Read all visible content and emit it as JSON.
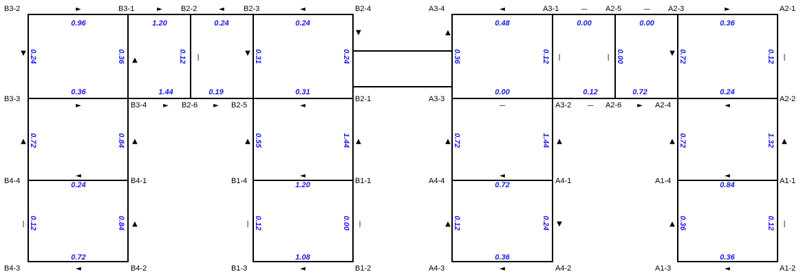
{
  "nodes": {
    "B3-2": "B3-2",
    "B3-1": "B3-1",
    "B2-2": "B2-2",
    "B2-3": "B2-3",
    "B2-4": "B2-4",
    "B3-3": "B3-3",
    "B3-4": "B3-4",
    "B2-6": "B2-6",
    "B2-5": "B2-5",
    "B2-1": "B2-1",
    "B4-4": "B4-4",
    "B4-1": "B4-1",
    "B1-4": "B1-4",
    "B1-1": "B1-1",
    "B4-3": "B4-3",
    "B4-2": "B4-2",
    "B1-3": "B1-3",
    "B1-2": "B1-2",
    "A3-4": "A3-4",
    "A3-1": "A3-1",
    "A2-5": "A2-5",
    "A2-3": "A2-3",
    "A2-1": "A2-1",
    "A3-3": "A3-3",
    "A3-2": "A3-2",
    "A2-6": "A2-6",
    "A2-4": "A2-4",
    "A2-2": "A2-2",
    "A4-4": "A4-4",
    "A4-1": "A4-1",
    "A1-4": "A1-4",
    "A1-1": "A1-1",
    "A4-3": "A4-3",
    "A4-2": "A4-2",
    "A1-3": "A1-3",
    "A1-2": "A1-2"
  },
  "values": {
    "b3_top": "0.96",
    "b3_left": "0.24",
    "b3_right": "0.36",
    "b3_bottom": "0.36",
    "b22_top": "1.20",
    "b22_right": "0.12",
    "b22_bottom": "1.44",
    "b26_top": "0.24",
    "b26_bottom": "0.19",
    "b2_top": "0.24",
    "b2_left": "0.31",
    "b2_right": "0.24",
    "b2_bottom": "0.31",
    "b4_left": "0.72",
    "b4_right": "0.84",
    "b4_bottom": "0.24",
    "b1_left": "0.55",
    "b1_right": "1.44",
    "b1_bottom": "1.20",
    "b4l_left": "0.12",
    "b4l_right": "0.84",
    "b4l_bottom": "0.72",
    "b1l_left": "0.12",
    "b1l_right": "0.00",
    "b1l_bottom": "1.08",
    "a3_top": "0.48",
    "a3_left": "0.36",
    "a3_right": "0.12",
    "a3_bottom": "0.00",
    "a25_top": "0.00",
    "a25_bottom": "0.12",
    "a26_top": "0.00",
    "a26_left": "0.00",
    "a26_bottom": "0.72",
    "a2_top": "0.36",
    "a2_left": "0.72",
    "a2_right": "0.12",
    "a2_bottom": "0.24",
    "a4_left": "0.72",
    "a4_right": "1.44",
    "a4_bottom": "0.72",
    "a1_left": "0.72",
    "a1_right": "1.32",
    "a1_bottom": "0.84",
    "a4l_left": "0.12",
    "a4l_right": "0.24",
    "a4l_bottom": "0.36",
    "a1l_left": "0.36",
    "a1l_right": "0.12",
    "a1l_bottom": "0.36"
  },
  "symbols": {
    "arrow_right": "►",
    "arrow_left": "◄",
    "arrow_up": "▲",
    "arrow_down": "▼",
    "dash": "—",
    "bar": "|"
  }
}
